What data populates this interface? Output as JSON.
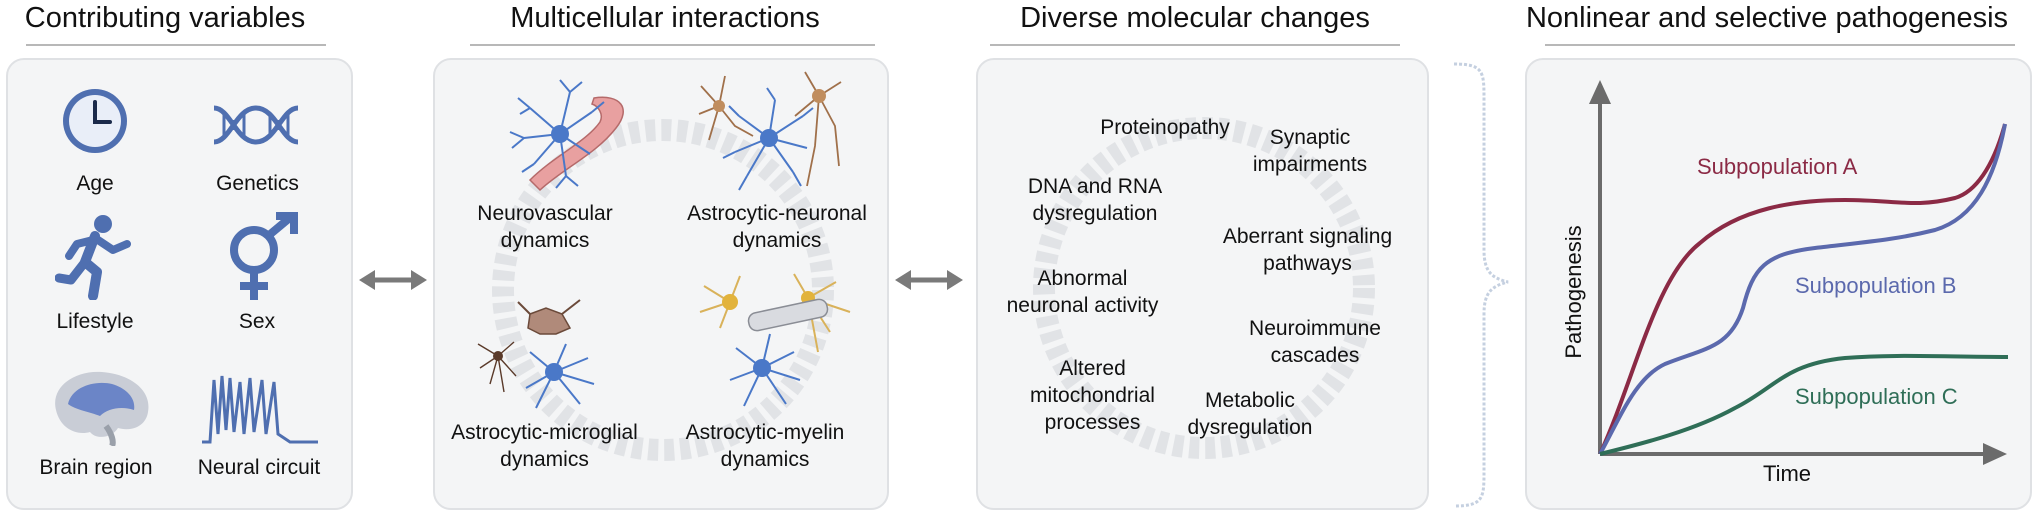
{
  "titles": {
    "contributing": "Contributing variables",
    "multicellular": "Multicellular interactions",
    "molecular": "Diverse molecular changes",
    "pathogenesis": "Nonlinear and selective pathogenesis"
  },
  "variables": {
    "age": "Age",
    "genetics": "Genetics",
    "lifestyle": "Lifestyle",
    "sex": "Sex",
    "brain_region": "Brain region",
    "neural_circuit": "Neural circuit"
  },
  "interactions": {
    "neurovascular_1": "Neurovascular",
    "neurovascular_2": "dynamics",
    "astro_neuronal_1": "Astrocytic-neuronal",
    "astro_neuronal_2": "dynamics",
    "astro_microglial_1": "Astrocytic-microglial",
    "astro_microglial_2": "dynamics",
    "astro_myelin_1": "Astrocytic-myelin",
    "astro_myelin_2": "dynamics"
  },
  "molecular": {
    "proteinopathy": "Proteinopathy",
    "synaptic_1": "Synaptic",
    "synaptic_2": "impairments",
    "dna_1": "DNA and RNA",
    "dna_2": "dysregulation",
    "aberrant_1": "Aberrant signaling",
    "aberrant_2": "pathways",
    "abnormal_1": "Abnormal",
    "abnormal_2": "neuronal activity",
    "neuroimmune_1": "Neuroimmune",
    "neuroimmune_2": "cascades",
    "altered_1": "Altered",
    "altered_2": "mitochondrial",
    "altered_3": "processes",
    "metabolic_1": "Metabolic",
    "metabolic_2": "dysregulation"
  },
  "chart_data": {
    "type": "line",
    "xlabel": "Time",
    "ylabel": "Pathogenesis",
    "series": [
      {
        "name": "Subpopulation A",
        "color": "#8b2a45"
      },
      {
        "name": "Subpopulation B",
        "color": "#5b69ad"
      },
      {
        "name": "Subpopulation C",
        "color": "#2f6e57"
      }
    ]
  },
  "colors": {
    "astrocyte": "#4a78c8",
    "neuron": "#a0704a",
    "oligodendrocyte": "#d9b25a",
    "vessel": "#e8a0a0",
    "icon_blue": "#4f6fb0",
    "arrow_gray": "#7a7a7a"
  }
}
